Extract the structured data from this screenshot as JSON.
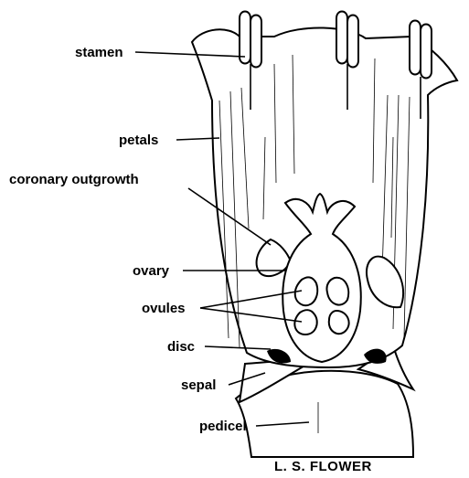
{
  "labels": {
    "stamen": "stamen",
    "petals": "petals",
    "coronary_outgrowth": "coronary outgrowth",
    "ovary": "ovary",
    "ovules": "ovules",
    "disc": "disc",
    "sepal": "sepal",
    "pedicel": "pedicel"
  },
  "caption": "L. S. FLOWER",
  "colors": {
    "ink": "#000000",
    "paper": "#ffffff"
  }
}
